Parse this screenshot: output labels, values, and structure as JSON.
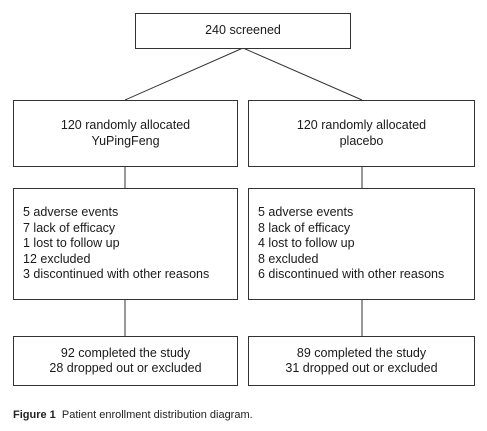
{
  "top": {
    "screened": "240 screened"
  },
  "arms": [
    {
      "allocation": [
        "120 randomly allocated",
        "YuPingFeng"
      ],
      "reasons": [
        "5 adverse events",
        "7 lack of efficacy",
        "1 lost to follow up",
        "12 excluded",
        "3 discontinued with other reasons"
      ],
      "outcome": [
        "92 completed the study",
        "28 dropped out or excluded"
      ]
    },
    {
      "allocation": [
        "120 randomly allocated",
        "placebo"
      ],
      "reasons": [
        "5 adverse events",
        "8 lack of efficacy",
        "4 lost to follow up",
        "8 excluded",
        "6 discontinued with other reasons"
      ],
      "outcome": [
        "89 completed the study",
        "31 dropped out or excluded"
      ]
    }
  ],
  "caption": {
    "label": "Figure 1",
    "text": "Patient enrollment distribution diagram."
  }
}
